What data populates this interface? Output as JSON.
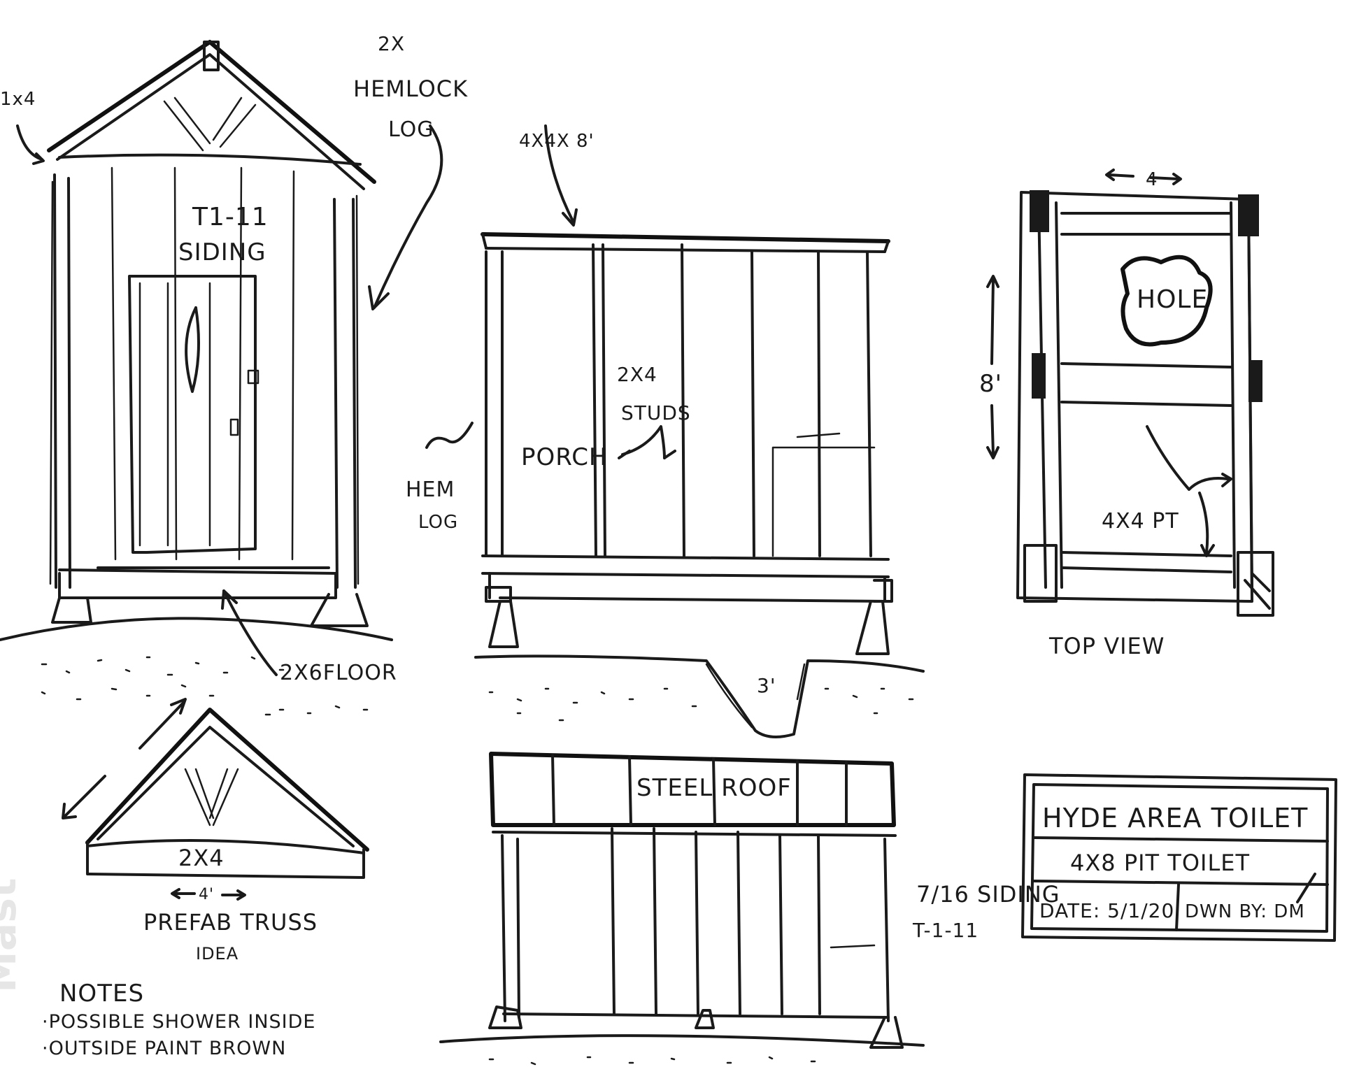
{
  "outhouse_front": {
    "label_1x4": "1x4",
    "label_hemlock_line1": "2X",
    "label_hemlock_line2": "HEMLOCK",
    "label_hemlock_line3": "LOG",
    "label_siding_line1": "T1-11",
    "label_siding_line2": "SIDING",
    "label_floor": "2X6FLOOR"
  },
  "side_elevation": {
    "label_post": "4X4X 8'",
    "label_porch": "PORCH",
    "label_studs_line1": "2X4",
    "label_studs_line2": "STUDS",
    "label_hem_line1": "HEM",
    "label_hem_line2": "LOG",
    "label_pit_depth": "3'"
  },
  "top_view": {
    "label_width": "4",
    "label_length": "8'",
    "label_hole": "HOLE",
    "label_pt": "4X4 PT",
    "caption": "TOP VIEW"
  },
  "truss": {
    "label_member": "2X4",
    "label_span": "4'",
    "caption_line1": "PREFAB TRUSS",
    "caption_line2": "IDEA"
  },
  "rear_elevation": {
    "label_roof": "STEEL ROOF",
    "label_siding_line1": "7/16 SIDING",
    "label_siding_line2": "T-1-11"
  },
  "title_block": {
    "title": "HYDE AREA TOILET",
    "subtitle": "4X8 PIT TOILET",
    "date": "DATE: 5/1/20",
    "drawn_by": "DWN BY: DM"
  },
  "notes": {
    "heading": "NOTES",
    "item1": "·POSSIBLE SHOWER INSIDE",
    "item2": "·OUTSIDE PAINT BROWN"
  }
}
